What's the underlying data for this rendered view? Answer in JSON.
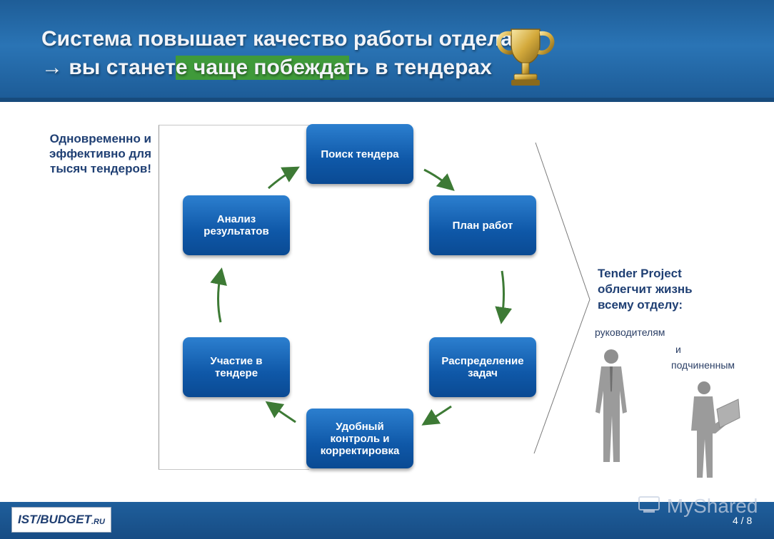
{
  "header": {
    "line1": "Система повышает качество работы отдела",
    "line2": "→ вы станете чаще побеждать в тендерах"
  },
  "left_note": "Одновременно и эффективно для тысяч тендеров!",
  "cycle": {
    "search": "Поиск тендера",
    "plan": "План работ",
    "distribution": "Распределение задач",
    "control": "Удобный контроль и корректировка",
    "participation": "Участие в тендере",
    "analysis": "Анализ результатов"
  },
  "right": {
    "title_line1": "Tender Project",
    "title_line2": "облегчит жизнь",
    "title_line3": "всему отделу:",
    "role1": "руководителям",
    "role_and": "и",
    "role2": "подчиненным"
  },
  "footer": {
    "logo_main": "IST/BUDGET",
    "logo_suffix": ".RU",
    "watermark": "MyShared",
    "page": "4 / 8"
  },
  "colors": {
    "header_blue": "#2a74b5",
    "box_blue": "#0f58a8",
    "arrow_green": "#3d7a35",
    "highlight_green": "#3f9a3a",
    "text_navy": "#1f3f73"
  },
  "icons": [
    "trophy-icon",
    "cycle-arrow-icon",
    "businessman-icon",
    "reading-man-icon",
    "myshared-icon"
  ]
}
